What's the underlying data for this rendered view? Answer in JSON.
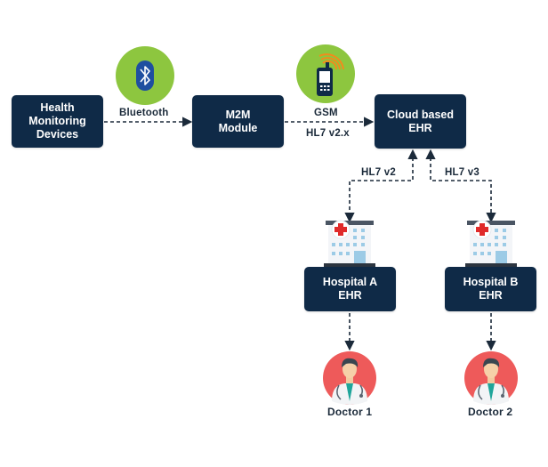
{
  "diagram": {
    "nodes": {
      "health_devices": {
        "line1": "Health",
        "line2": "Monitoring",
        "line3": "Devices"
      },
      "m2m_module": {
        "line1": "M2M",
        "line2": "Module"
      },
      "cloud_ehr": {
        "line1": "Cloud based",
        "line2": "EHR"
      },
      "hospital_a": {
        "line1": "Hospital A",
        "line2": "EHR"
      },
      "hospital_b": {
        "line1": "Hospital B",
        "line2": "EHR"
      }
    },
    "edge_labels": {
      "bluetooth": "Bluetooth",
      "gsm": "GSM",
      "hl7_v2x": "HL7 v2.x",
      "hl7_v2": "HL7 v2",
      "hl7_v3": "HL7 v3"
    },
    "doctors": {
      "doctor1": "Doctor 1",
      "doctor2": "Doctor 2"
    },
    "icons": {
      "bluetooth": "bluetooth-icon",
      "gsm": "mobile-signal-icon",
      "hospital": "hospital-building-icon",
      "doctor": "doctor-avatar-icon"
    },
    "colors": {
      "node_fill": "#0f2a47",
      "icon_green": "#8dc63f",
      "bluetooth_blue": "#1f4fa0",
      "signal_orange": "#f28b1c",
      "doctor_red": "#ee5a5a",
      "hospital_cross": "#e02a2a",
      "connector": "#1b2a3a"
    }
  }
}
